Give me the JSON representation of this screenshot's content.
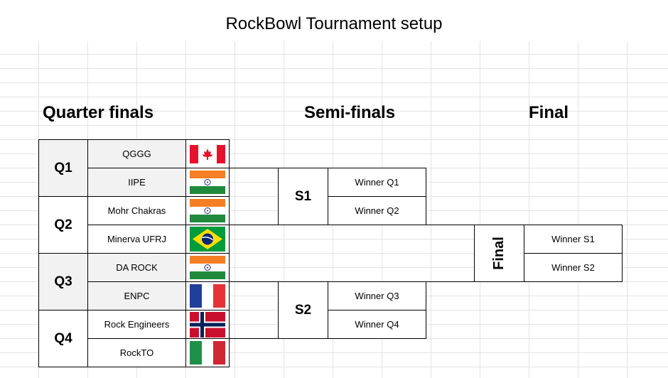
{
  "title": "RockBowl Tournament setup",
  "stages": {
    "quarter": "Quarter finals",
    "semi": "Semi-finals",
    "final": "Final"
  },
  "quarter_finals": [
    {
      "label": "Q1",
      "teams": [
        {
          "name": "QGGG",
          "flag": "canada-flag"
        },
        {
          "name": "IIPE",
          "flag": "india-flag"
        }
      ]
    },
    {
      "label": "Q2",
      "teams": [
        {
          "name": "Mohr Chakras",
          "flag": "india-flag"
        },
        {
          "name": "Minerva UFRJ",
          "flag": "brazil-flag"
        }
      ]
    },
    {
      "label": "Q3",
      "teams": [
        {
          "name": "DA ROCK",
          "flag": "india-flag"
        },
        {
          "name": "ENPC",
          "flag": "france-flag"
        }
      ]
    },
    {
      "label": "Q4",
      "teams": [
        {
          "name": "Rock Engineers",
          "flag": "norway-flag"
        },
        {
          "name": "RockTO",
          "flag": "italy-flag"
        }
      ]
    }
  ],
  "semi_finals": [
    {
      "label": "S1",
      "entries": [
        "Winner Q1",
        "Winner Q2"
      ]
    },
    {
      "label": "S2",
      "entries": [
        "Winner Q3",
        "Winner Q4"
      ]
    }
  ],
  "final": {
    "label": "Final",
    "entries": [
      "Winner S1",
      "Winner S2"
    ]
  },
  "colors": {
    "gridline": "#e3e3e3",
    "shaded_cell": "#f2f2f2",
    "border": "#000000"
  }
}
